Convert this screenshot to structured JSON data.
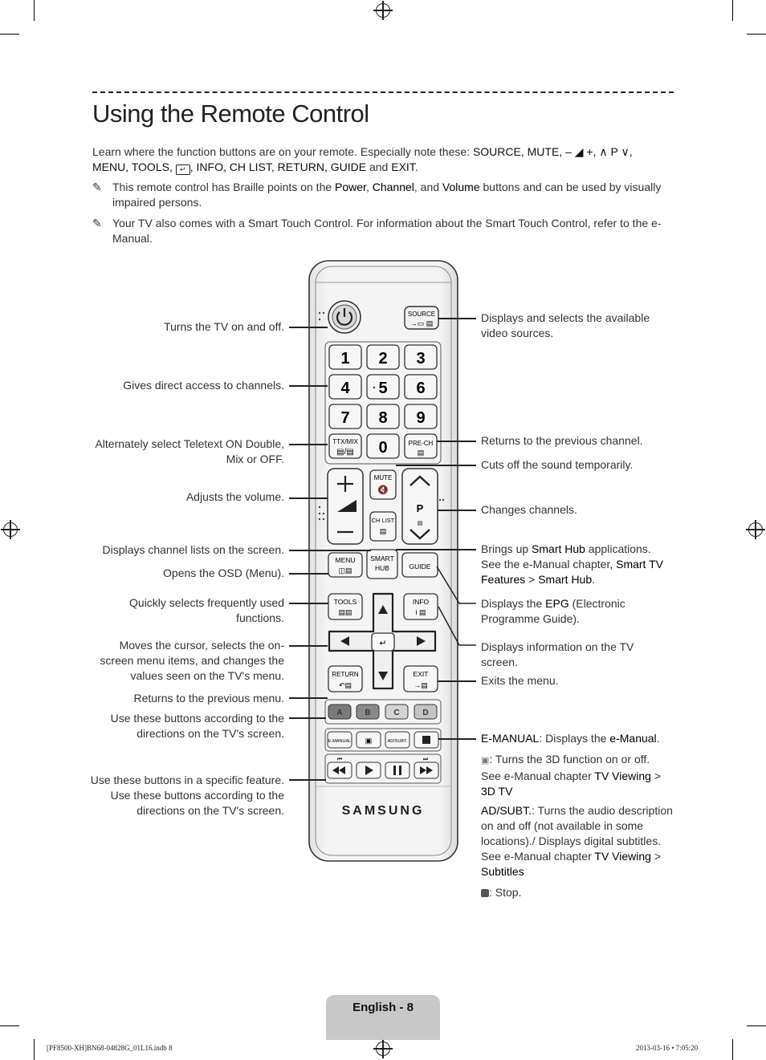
{
  "page": {
    "title": "Using the Remote Control",
    "intro_text": "Learn where the function buttons are on your remote. Especially note these: ",
    "intro_keys_1": "SOURCE, MUTE, ",
    "intro_vol": "– ◢ +, ",
    "intro_ch": "∧ P ∨,",
    "intro_keys_2": "MENU, TOOLS, ",
    "intro_keys_3": ", INFO, CH LIST, RETURN, GUIDE",
    "intro_and": " and ",
    "intro_exit": "EXIT",
    "intro_end": ".",
    "note1_a": "This remote control has Braille points on the ",
    "note1_power": "Power",
    "note1_b": ", ",
    "note1_channel": "Channel",
    "note1_c": ", and ",
    "note1_volume": "Volume",
    "note1_d": " buttons and can be used by visually impaired persons.",
    "note2": "Your TV also comes with a Smart Touch Control. For information about the Smart Touch Control, refer to the e-Manual.",
    "note_icon": "pencil-note-icon"
  },
  "left_labels": {
    "power": "Turns the TV on and off.",
    "numbers": "Gives direct access to channels.",
    "ttx": "Alternately select Teletext ON Double, Mix or OFF.",
    "volume": "Adjusts the volume.",
    "chlist": "Displays channel lists on the screen.",
    "menu": "Opens the OSD (Menu).",
    "tools": "Quickly selects frequently used functions.",
    "cursor": "Moves the cursor, selects the on-screen menu items, and changes the values seen on the TV's menu.",
    "return": "Returns to the previous menu.",
    "colors": "Use these buttons according to the directions on the TV's screen.",
    "playback": "Use these buttons in a specific feature. Use these buttons according to the directions on the TV's screen."
  },
  "right_labels": {
    "source": "Displays and selects the available video sources.",
    "prech": "Returns to the previous channel.",
    "mute": "Cuts off the sound temporarily.",
    "channel": "Changes channels.",
    "smarthub_a": "Brings up ",
    "smarthub_b": "Smart Hub",
    "smarthub_c": " applications. See the e-Manual chapter, ",
    "smarthub_d": "Smart TV Features",
    "smarthub_e": " > ",
    "smarthub_f": "Smart Hub",
    "smarthub_g": ".",
    "guide_a": "Displays the ",
    "guide_b": "EPG",
    "guide_c": " (Electronic Programme Guide).",
    "info": "Displays information on the TV screen.",
    "exit": "Exits the menu.",
    "emanual_a": "E-MANUAL",
    "emanual_b": ": Displays the ",
    "emanual_c": "e-Manual",
    "emanual_d": ".",
    "threed_a": ": Turns the 3D function on or off. See e-Manual chapter ",
    "threed_b": "TV Viewing",
    "threed_c": " > ",
    "threed_d": "3D TV",
    "adsubt_a": "AD/SUBT.",
    "adsubt_b": ": Turns the audio description on and off (not available in some locations)./ Displays digital subtitles. See e-Manual chapter ",
    "adsubt_c": "TV Viewing",
    "adsubt_d": " > ",
    "adsubt_e": "Subtitles",
    "stop": ": Stop."
  },
  "remote": {
    "source": "SOURCE",
    "digits": [
      "1",
      "2",
      "3",
      "4",
      "5",
      "6",
      "7",
      "8",
      "9"
    ],
    "zero": "0",
    "ttx": "TTX/MIX",
    "prech": "PRE-CH",
    "mute": "MUTE",
    "chlist": "CH LIST",
    "p": "P",
    "menu": "MENU",
    "smart_1": "SMART",
    "smart_2": "HUB",
    "guide": "GUIDE",
    "tools": "TOOLS",
    "info": "INFO",
    "ret": "RETURN",
    "exit": "EXIT",
    "colors": [
      "A",
      "B",
      "C",
      "D"
    ],
    "color_hex": [
      "#7a7a7a",
      "#8a8a8a",
      "#d4d4d4",
      "#c4c4c4"
    ],
    "emanual": "E-MANUAL",
    "adsubt": "AD/SUBT.",
    "brand": "SAMSUNG"
  },
  "footer": {
    "page_label": "English - 8",
    "slug_left": "[PF8500-XH]BN68-04828G_01L16.indb   8",
    "slug_right": "2013-03-16   • 7:05:20"
  }
}
